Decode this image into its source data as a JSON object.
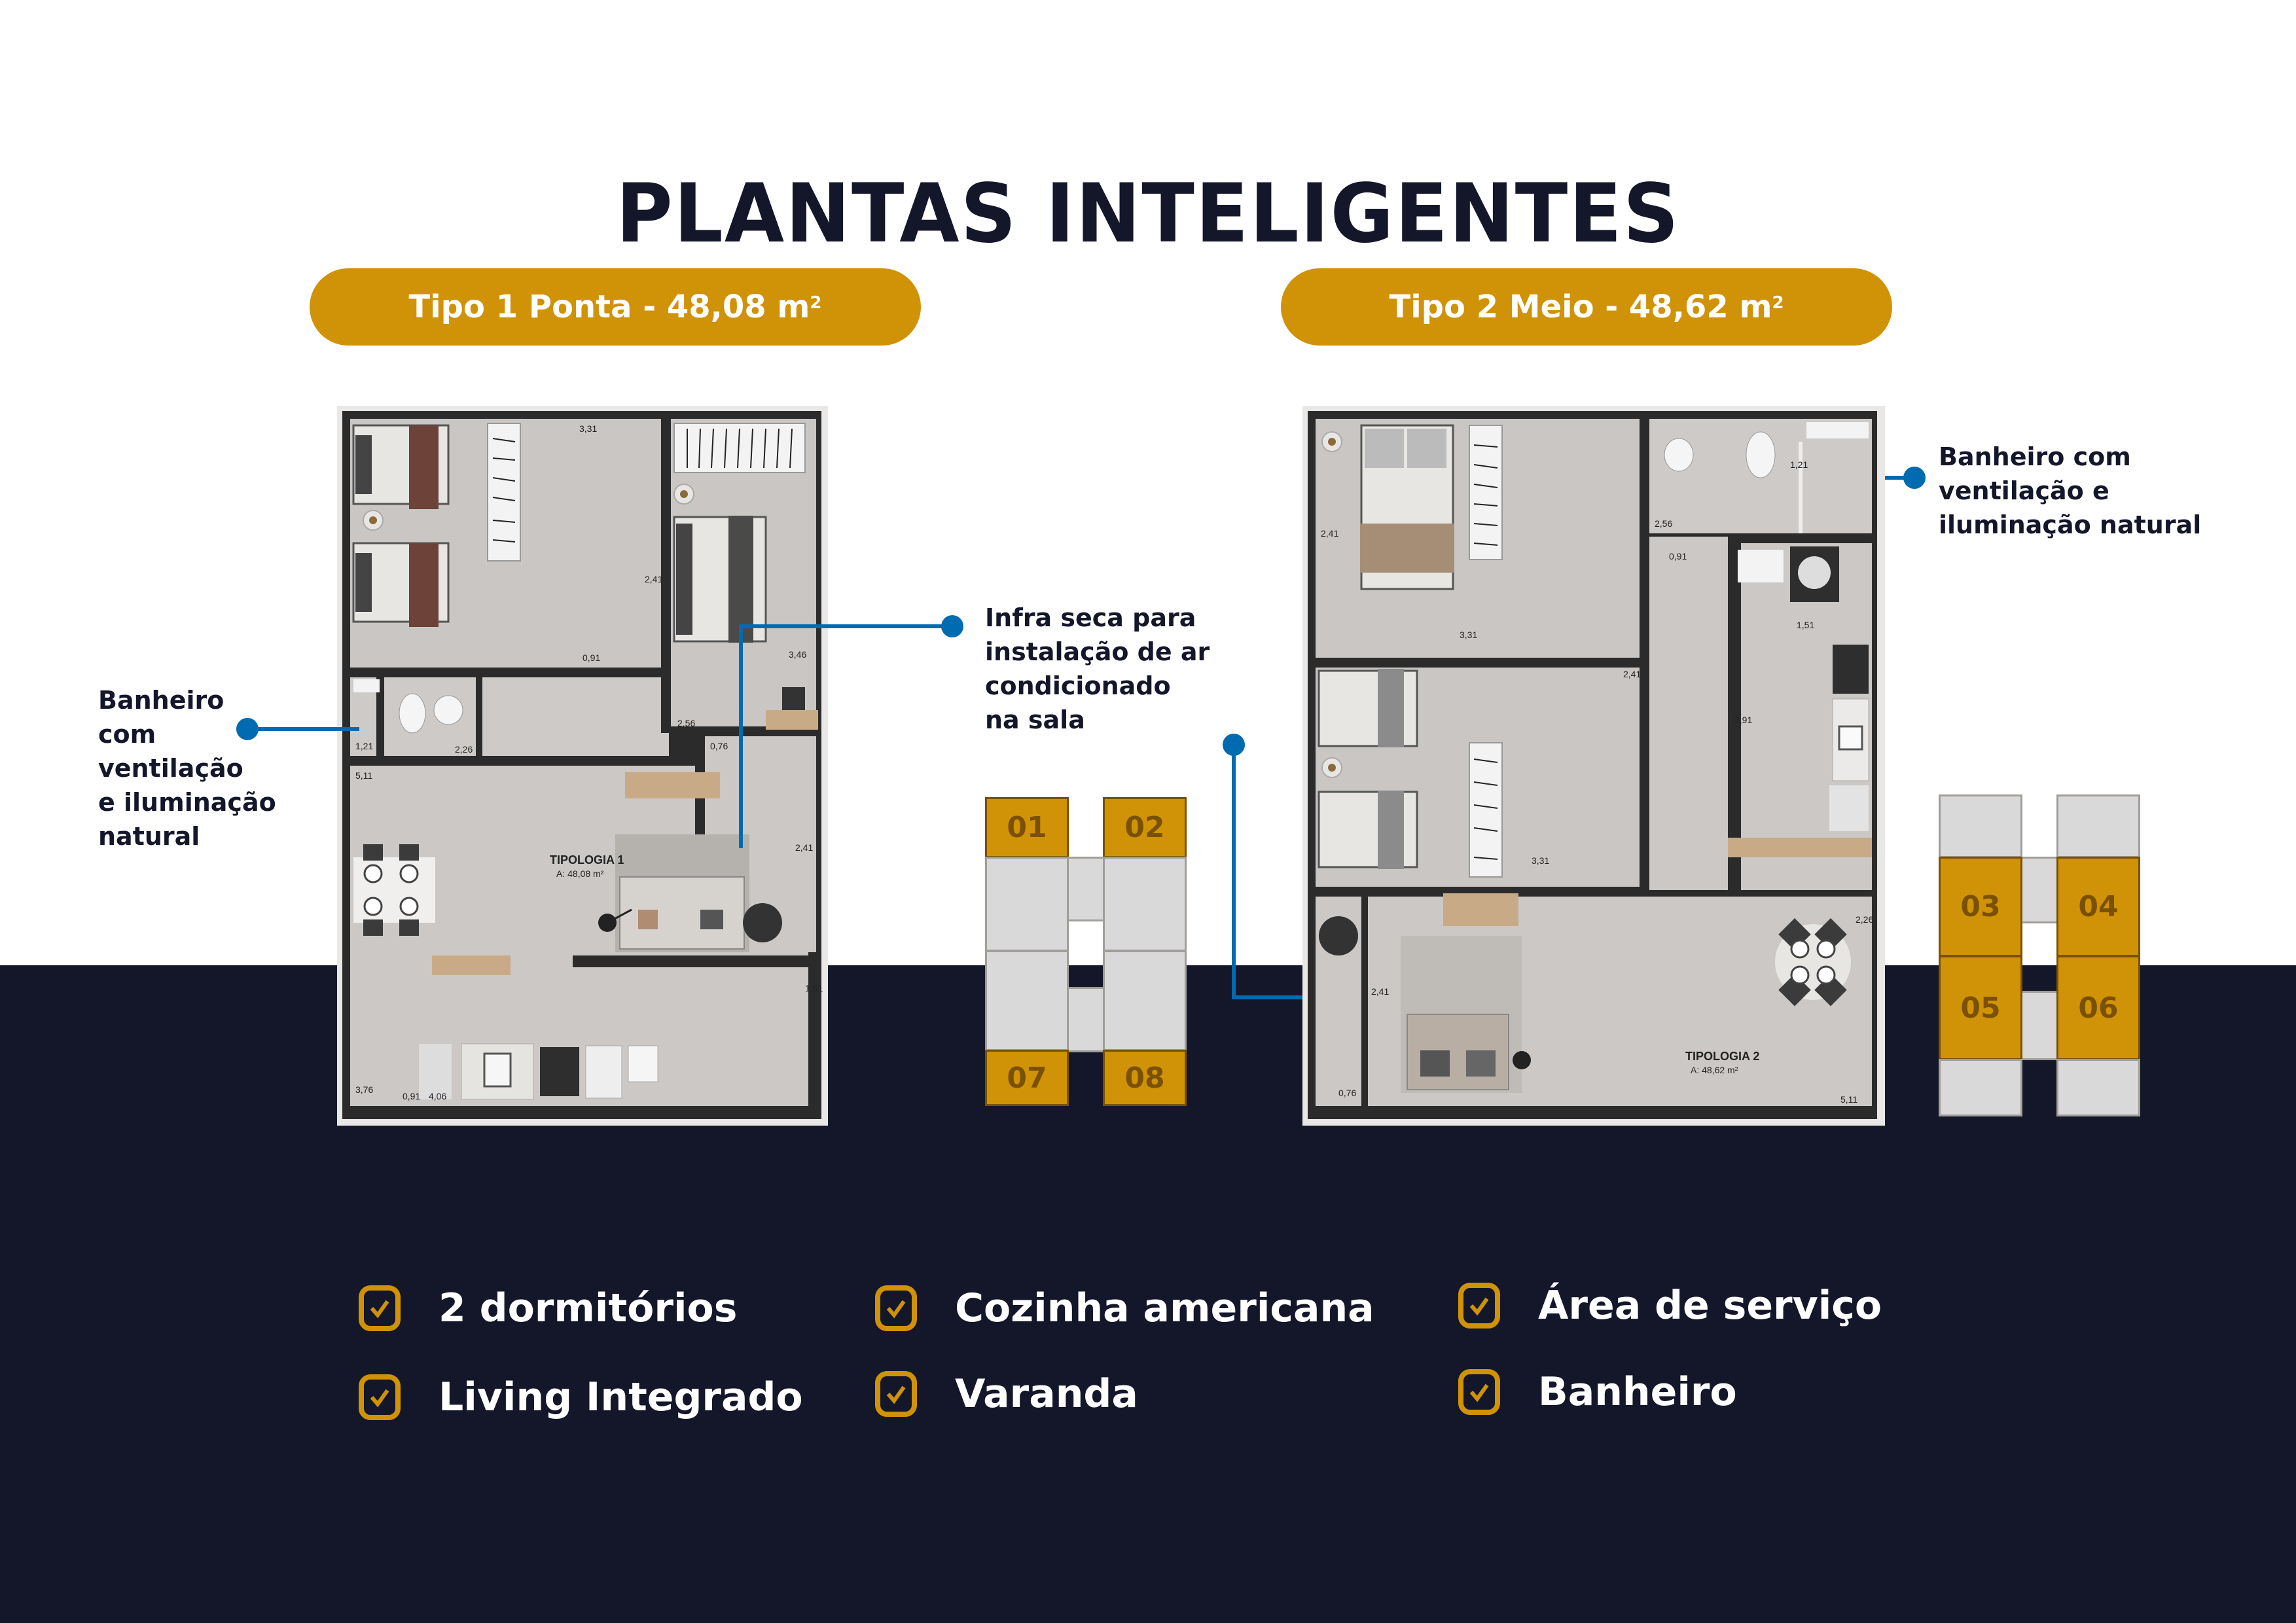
{
  "header": {
    "title": "PLANTAS INTELIGENTES"
  },
  "typologies": [
    {
      "label": "Tipo 1 Ponta - 48,08 m",
      "sup": "2",
      "plan_label": "TIPOLOGIA 1",
      "plan_area": "A: 48,08 m²"
    },
    {
      "label": "Tipo 2 Meio - 48,62 m",
      "sup": "2",
      "plan_label": "TIPOLOGIA 2",
      "plan_area": "A: 48,62 m²"
    }
  ],
  "callouts": {
    "left_bathroom": "Banheiro\ncom\nventilação\ne iluminação\nnatural",
    "ac_infra": "Infra seca para\ninstalação de ar\ncondicionado\nna sala",
    "right_bathroom": "Banheiro com\nventilação e\niluminação natural"
  },
  "plan1_dimensions": [
    "3,31",
    "2,41",
    "0,91",
    "3,46",
    "2,56",
    "1,21",
    "2,26",
    "5,11",
    "0,76",
    "2,41",
    "1,51",
    "3,76",
    "0,91",
    "4,06"
  ],
  "plan2_dimensions": [
    "2,41",
    "3,31",
    "2,56",
    "1,21",
    "0,91",
    "1,51",
    "2,41",
    "3,91",
    "3,31",
    "2,26",
    "2,41",
    "0,76",
    "5,11"
  ],
  "unit_stacks": {
    "tipo1": {
      "highlighted": [
        "01",
        "02",
        "07",
        "08"
      ]
    },
    "tipo2": {
      "highlighted": [
        "03",
        "04",
        "05",
        "06"
      ]
    }
  },
  "features": [
    {
      "label": "2 dormitórios"
    },
    {
      "label": "Living Integrado"
    },
    {
      "label": "Cozinha americana"
    },
    {
      "label": "Varanda"
    },
    {
      "label": "Área de serviço"
    },
    {
      "label": "Banheiro"
    }
  ],
  "colors": {
    "navy": "#14172a",
    "gold": "#d09206",
    "gold_dark": "#7a5100",
    "callout_blue": "#006bb0",
    "floor_gray": "#c8c5c2",
    "wall": "#2b2b2b"
  }
}
